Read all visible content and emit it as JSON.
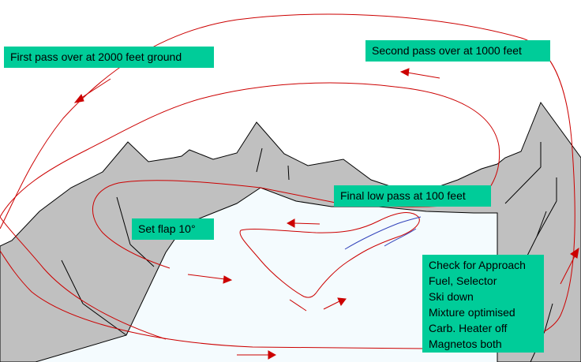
{
  "labels": {
    "first_pass": "First pass over at 2000 feet ground",
    "second_pass": "Second pass over at 1000 feet",
    "final_pass": "Final low pass at 100 feet",
    "set_flap": "Set flap  10°",
    "checklist": [
      "Check for Approach",
      "Fuel, Selector",
      "Ski down",
      "Mixture optimised",
      "Carb. Heater off",
      "Magnetos both"
    ]
  },
  "colors": {
    "mountain": "#c0c0c0",
    "lake": "#f4fbfe",
    "path": "#cc0000",
    "arrow": "#cc0000",
    "ski_track": "#3344bb",
    "label_bg": "#00cc99"
  }
}
